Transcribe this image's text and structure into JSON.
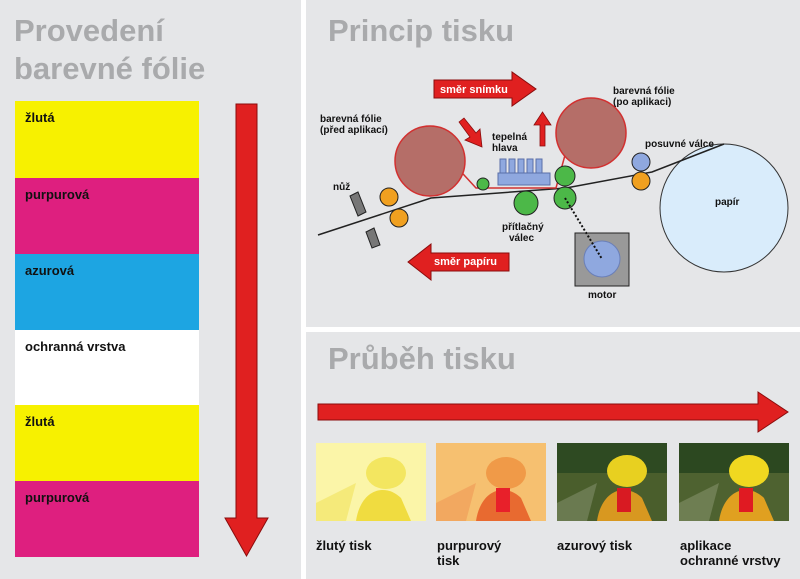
{
  "left": {
    "title_line1": "Provedení",
    "title_line2": "barevné fólie",
    "bands": [
      {
        "label": "žlutá",
        "color": "#f7f100"
      },
      {
        "label": "purpurová",
        "color": "#de1f7f"
      },
      {
        "label": "azurová",
        "color": "#1da5e2"
      },
      {
        "label": "ochranná vrstva",
        "color": "#ffffff"
      },
      {
        "label": "žlutá",
        "color": "#f7f100"
      },
      {
        "label": "purpurová",
        "color": "#de1f7f"
      }
    ]
  },
  "principle": {
    "title": "Princip tisku",
    "arrow_top": "směr snímku",
    "arrow_bottom": "směr papíru",
    "foil_before": [
      "barevná fólie",
      "(před aplikací)"
    ],
    "foil_after": [
      "barevná fólie",
      "(po aplikaci)"
    ],
    "head": [
      "tepelná",
      "hlava"
    ],
    "slide_rollers": "posuvné válce",
    "knife": "nůž",
    "paper": "papír",
    "pressure_roller": [
      "přítlačný",
      "válec"
    ],
    "motor": "motor"
  },
  "progress": {
    "title": "Průběh tisku",
    "steps": [
      {
        "label": [
          "žlutý tisk"
        ]
      },
      {
        "label": [
          "purpurový",
          "tisk"
        ]
      },
      {
        "label": [
          "azurový tisk"
        ]
      },
      {
        "label": [
          "aplikace",
          "ochranné vrstvy"
        ]
      }
    ]
  },
  "colors": {
    "arrow_red": "#e02020",
    "roller_orange": "#f0a020",
    "roller_green": "#4cb848",
    "roller_blue": "#8fa8df",
    "paper_blue": "#d9ecfb",
    "foil_roll": "#b56e68"
  }
}
